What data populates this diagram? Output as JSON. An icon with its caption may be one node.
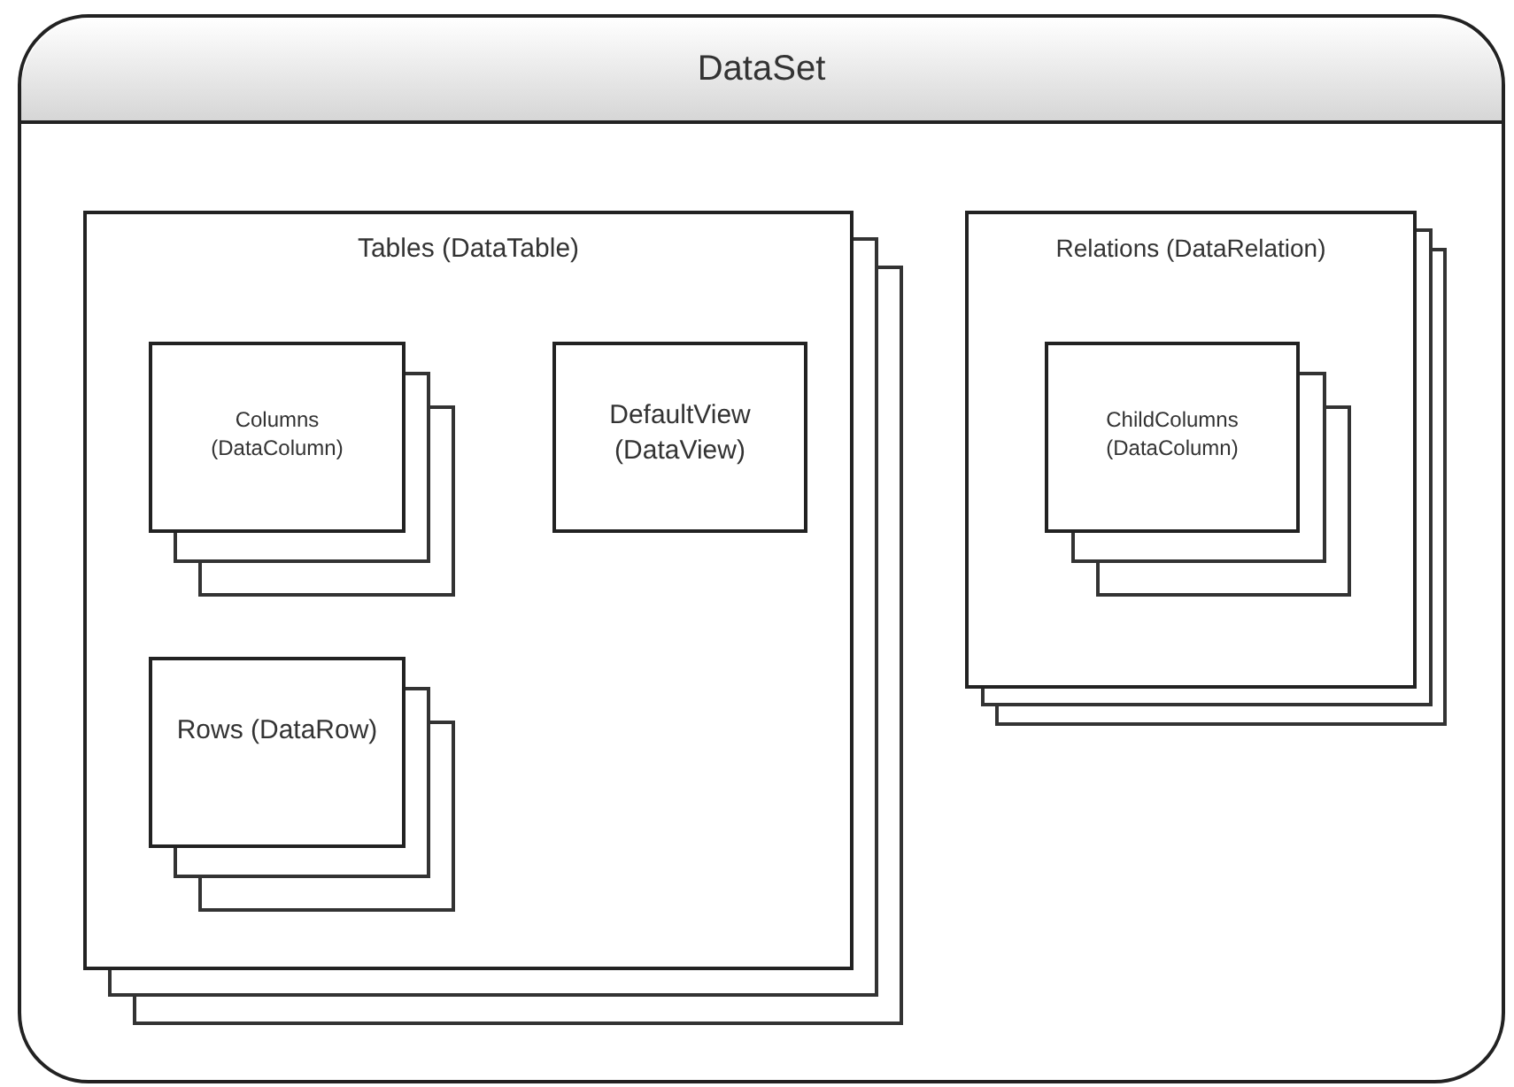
{
  "diagram": {
    "nodes": [
      {
        "text": [
          "DataSet"
        ]
      },
      {
        "text": [
          "Tables (DataTable)"
        ],
        "in": 0
      },
      {
        "text": [
          "Columns (DataColumn)"
        ],
        "in": 1
      },
      {
        "text": [
          "DefaultView (DataView)"
        ],
        "in": 1
      },
      {
        "text": [
          "Rows (DataRow)"
        ],
        "in": 1
      },
      {
        "text": [
          "Relations (DataRelation)"
        ],
        "in": 0
      },
      {
        "text": [
          "ChildColumns (DataColumn)"
        ],
        "in": 5
      }
    ]
  }
}
